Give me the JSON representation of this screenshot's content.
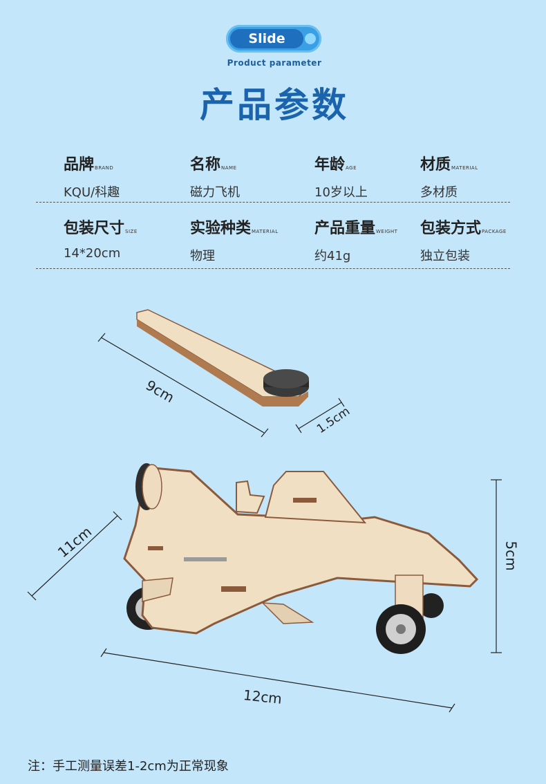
{
  "header": {
    "badge": "Slide",
    "subtitle": "Product parameter",
    "title": "产品参数"
  },
  "params": [
    {
      "label": "品牌",
      "en": "BRAND",
      "value": "KQU/科趣"
    },
    {
      "label": "名称",
      "en": "NAME",
      "value": "磁力飞机"
    },
    {
      "label": "年龄",
      "en": "AGE",
      "value": "10岁以上"
    },
    {
      "label": "材质",
      "en": "MATERIAL",
      "value": "多材质"
    },
    {
      "label": "包装尺寸",
      "en": "SIZE",
      "value": "14*20cm"
    },
    {
      "label": "实验种类",
      "en": "MATERIAL",
      "value": "物理"
    },
    {
      "label": "产品重量",
      "en": "WEIGHT",
      "value": "约41g"
    },
    {
      "label": "包装方式",
      "en": "PACKAGE",
      "value": "独立包装"
    }
  ],
  "dimensions": {
    "stick_length": "9cm",
    "stick_width": "1.5cm",
    "plane_depth": "11cm",
    "plane_height": "5cm",
    "plane_length": "12cm"
  },
  "note": "注：手工测量误差1-2cm为正常现象",
  "colors": {
    "background": "#c4e6fb",
    "title": "#1b64ad",
    "badge": "#1f6fbf",
    "wood": "#f1dfc4",
    "wood_edge": "#8a5a3a"
  }
}
